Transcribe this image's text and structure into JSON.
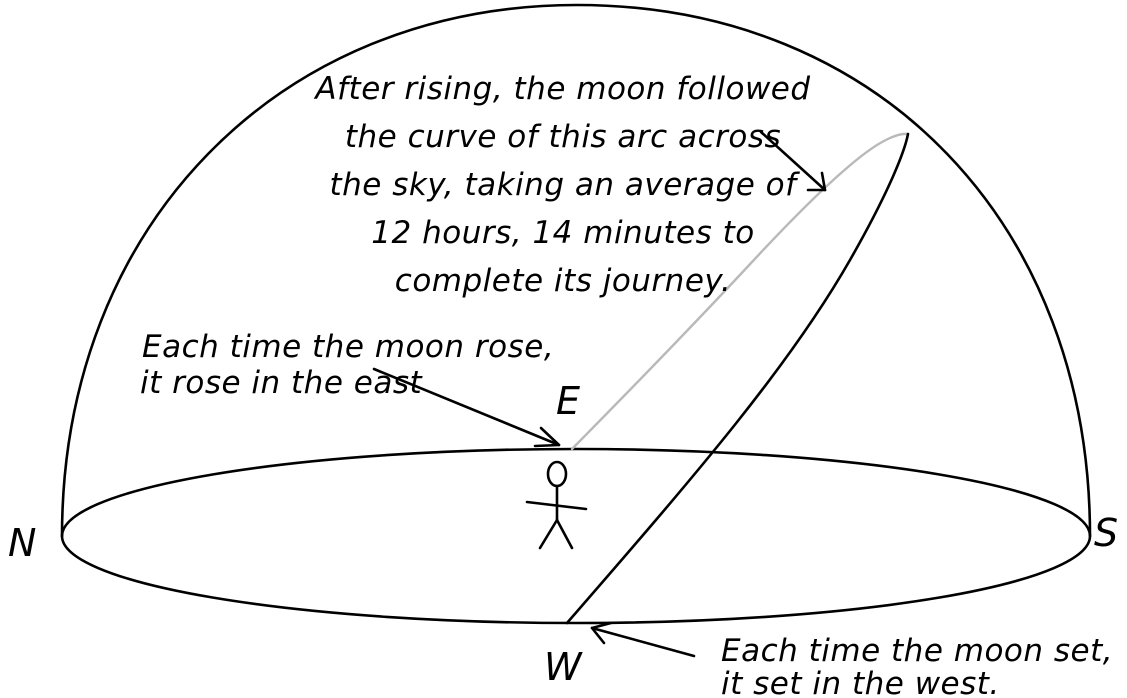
{
  "labels": {
    "north": "N",
    "south": "S",
    "east": "E",
    "west": "W"
  },
  "annotations": {
    "arc_note": [
      "After rising, the moon followed",
      "the curve of this arc across",
      "the sky, taking an average of",
      "12 hours, 14 minutes to",
      "complete its journey."
    ],
    "rise_note": [
      "Each time the moon rose,",
      "it rose in the east"
    ],
    "set_note": [
      "Each time the moon set,",
      "it set in the west."
    ]
  },
  "colors": {
    "ink": "#000000",
    "moon_path": "#b9b9b9",
    "background": "#ffffff"
  }
}
